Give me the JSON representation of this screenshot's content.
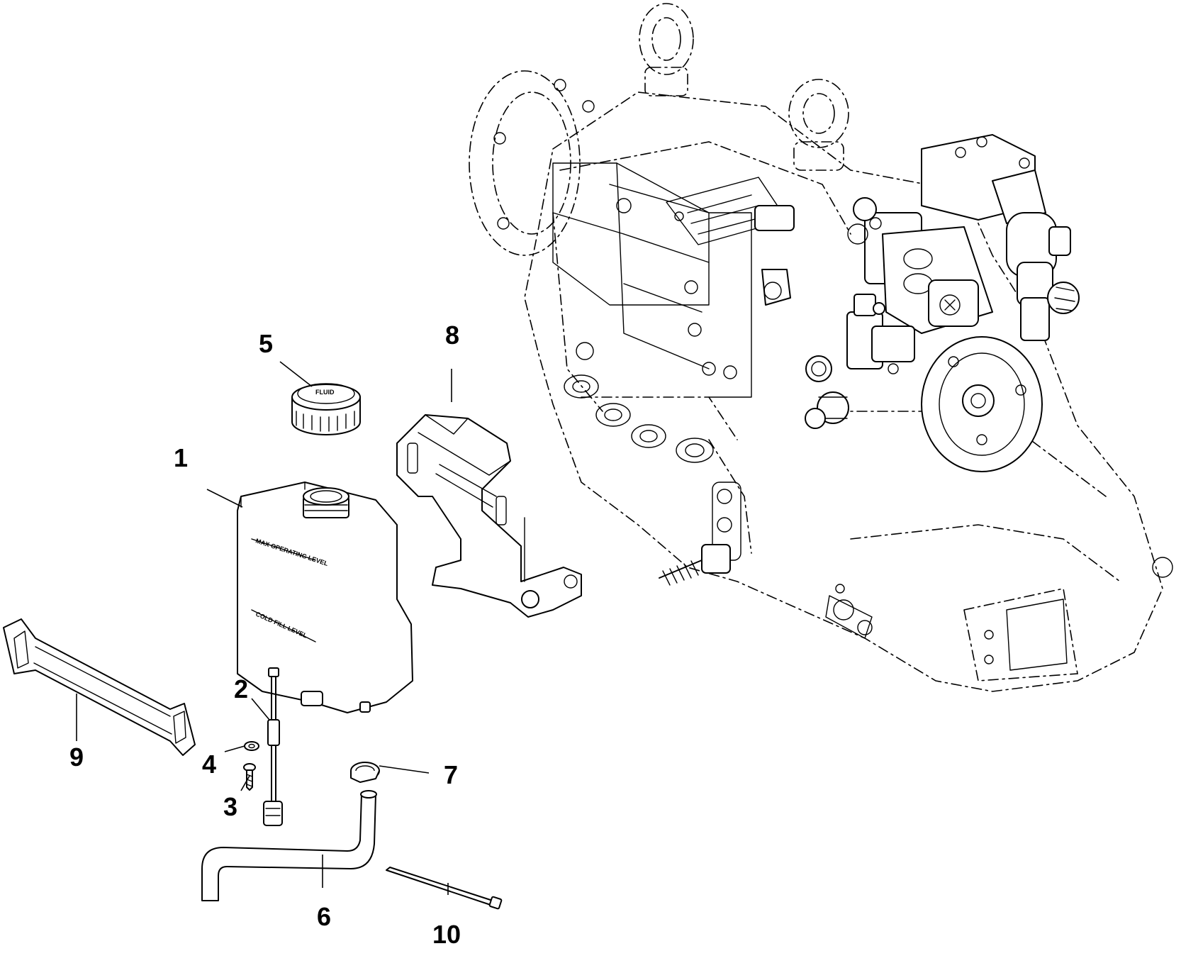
{
  "colors": {
    "line": "#000000",
    "background": "#ffffff"
  },
  "callouts": [
    {
      "number": "1",
      "part": "reservoir tank"
    },
    {
      "number": "2",
      "part": "sensor"
    },
    {
      "number": "3",
      "part": "screw"
    },
    {
      "number": "4",
      "part": "washer"
    },
    {
      "number": "5",
      "part": "cap"
    },
    {
      "number": "6",
      "part": "hose"
    },
    {
      "number": "7",
      "part": "hose clamp"
    },
    {
      "number": "8",
      "part": "bracket"
    },
    {
      "number": "9",
      "part": "strap"
    },
    {
      "number": "10",
      "part": "cable tie"
    }
  ]
}
